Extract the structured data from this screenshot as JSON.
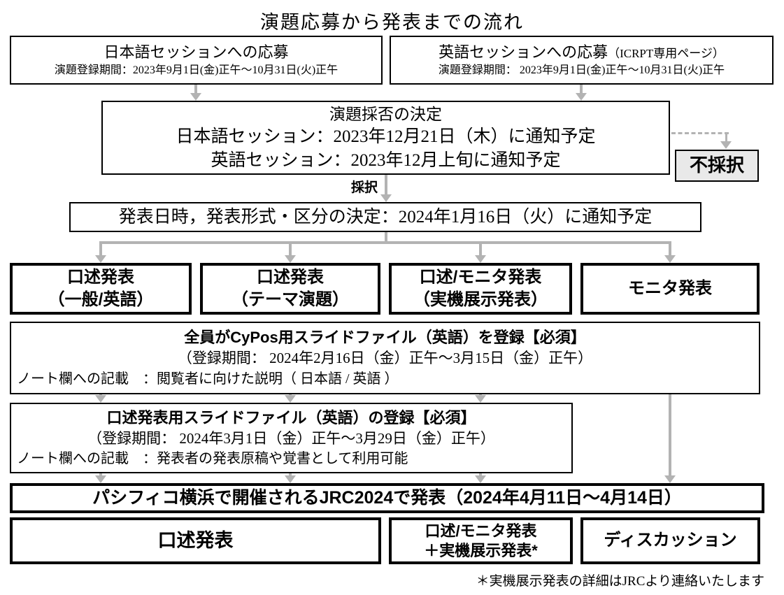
{
  "title": "演題応募から発表までの流れ",
  "submission": {
    "jp": {
      "title": "日本語セッションへの応募",
      "period": "演題登録期間：2023年9月1日(金)正午～10月31日(火)正午"
    },
    "en": {
      "title": "英語セッションへの応募",
      "title_note": "（ICRPT専用ページ）",
      "period": "演題登録期間： 2023年9月1日(金)正午～10月31日(火)正午"
    }
  },
  "decision": {
    "title": "演題採否の決定",
    "jp_notice": "日本語セッション：2023年12月21日（木）に通知予定",
    "en_notice": "英語セッション：2023年12月上旬に通知予定",
    "accepted_label": "採択",
    "rejected_label": "不採択"
  },
  "schedule_notice": "発表日時，発表形式・区分の決定：2024年1月16日（火）に通知予定",
  "presentation_types": [
    {
      "line1": "口述発表",
      "line2": "（一般/英語）"
    },
    {
      "line1": "口述発表",
      "line2": "（テーマ演題）"
    },
    {
      "line1": "口述/モニタ発表",
      "line2": "（実機展示発表）"
    },
    {
      "line1": "モニタ発表"
    }
  ],
  "cypos": {
    "title": "全員がCyPos用スライドファイル（英語）を登録【必須】",
    "period": "（登録期間： 2024年2月16日（金）正午～3月15日（金）正午）",
    "note": "ノート欄への記載　：閲覧者に向けた説明（ 日本語 / 英語 ）"
  },
  "oral_slide": {
    "title": "口述発表用スライドファイル（英語）の登録【必須】",
    "period": "（登録期間： 2024年3月1日（金）正午～3月29日（金）正午）",
    "note": "ノート欄への記載　：発表者の発表原稿や覚書として利用可能"
  },
  "venue": "パシフィコ横浜で開催されるJRC2024で発表（2024年4月11日～4月14日）",
  "final": {
    "oral": "口述発表",
    "monitor_line1": "口述/モニタ発表",
    "monitor_line2": "＋実機展示発表*",
    "discussion": "ディスカッション"
  },
  "footnote": "＊実機展示発表の詳細はJRCより連絡いたします"
}
